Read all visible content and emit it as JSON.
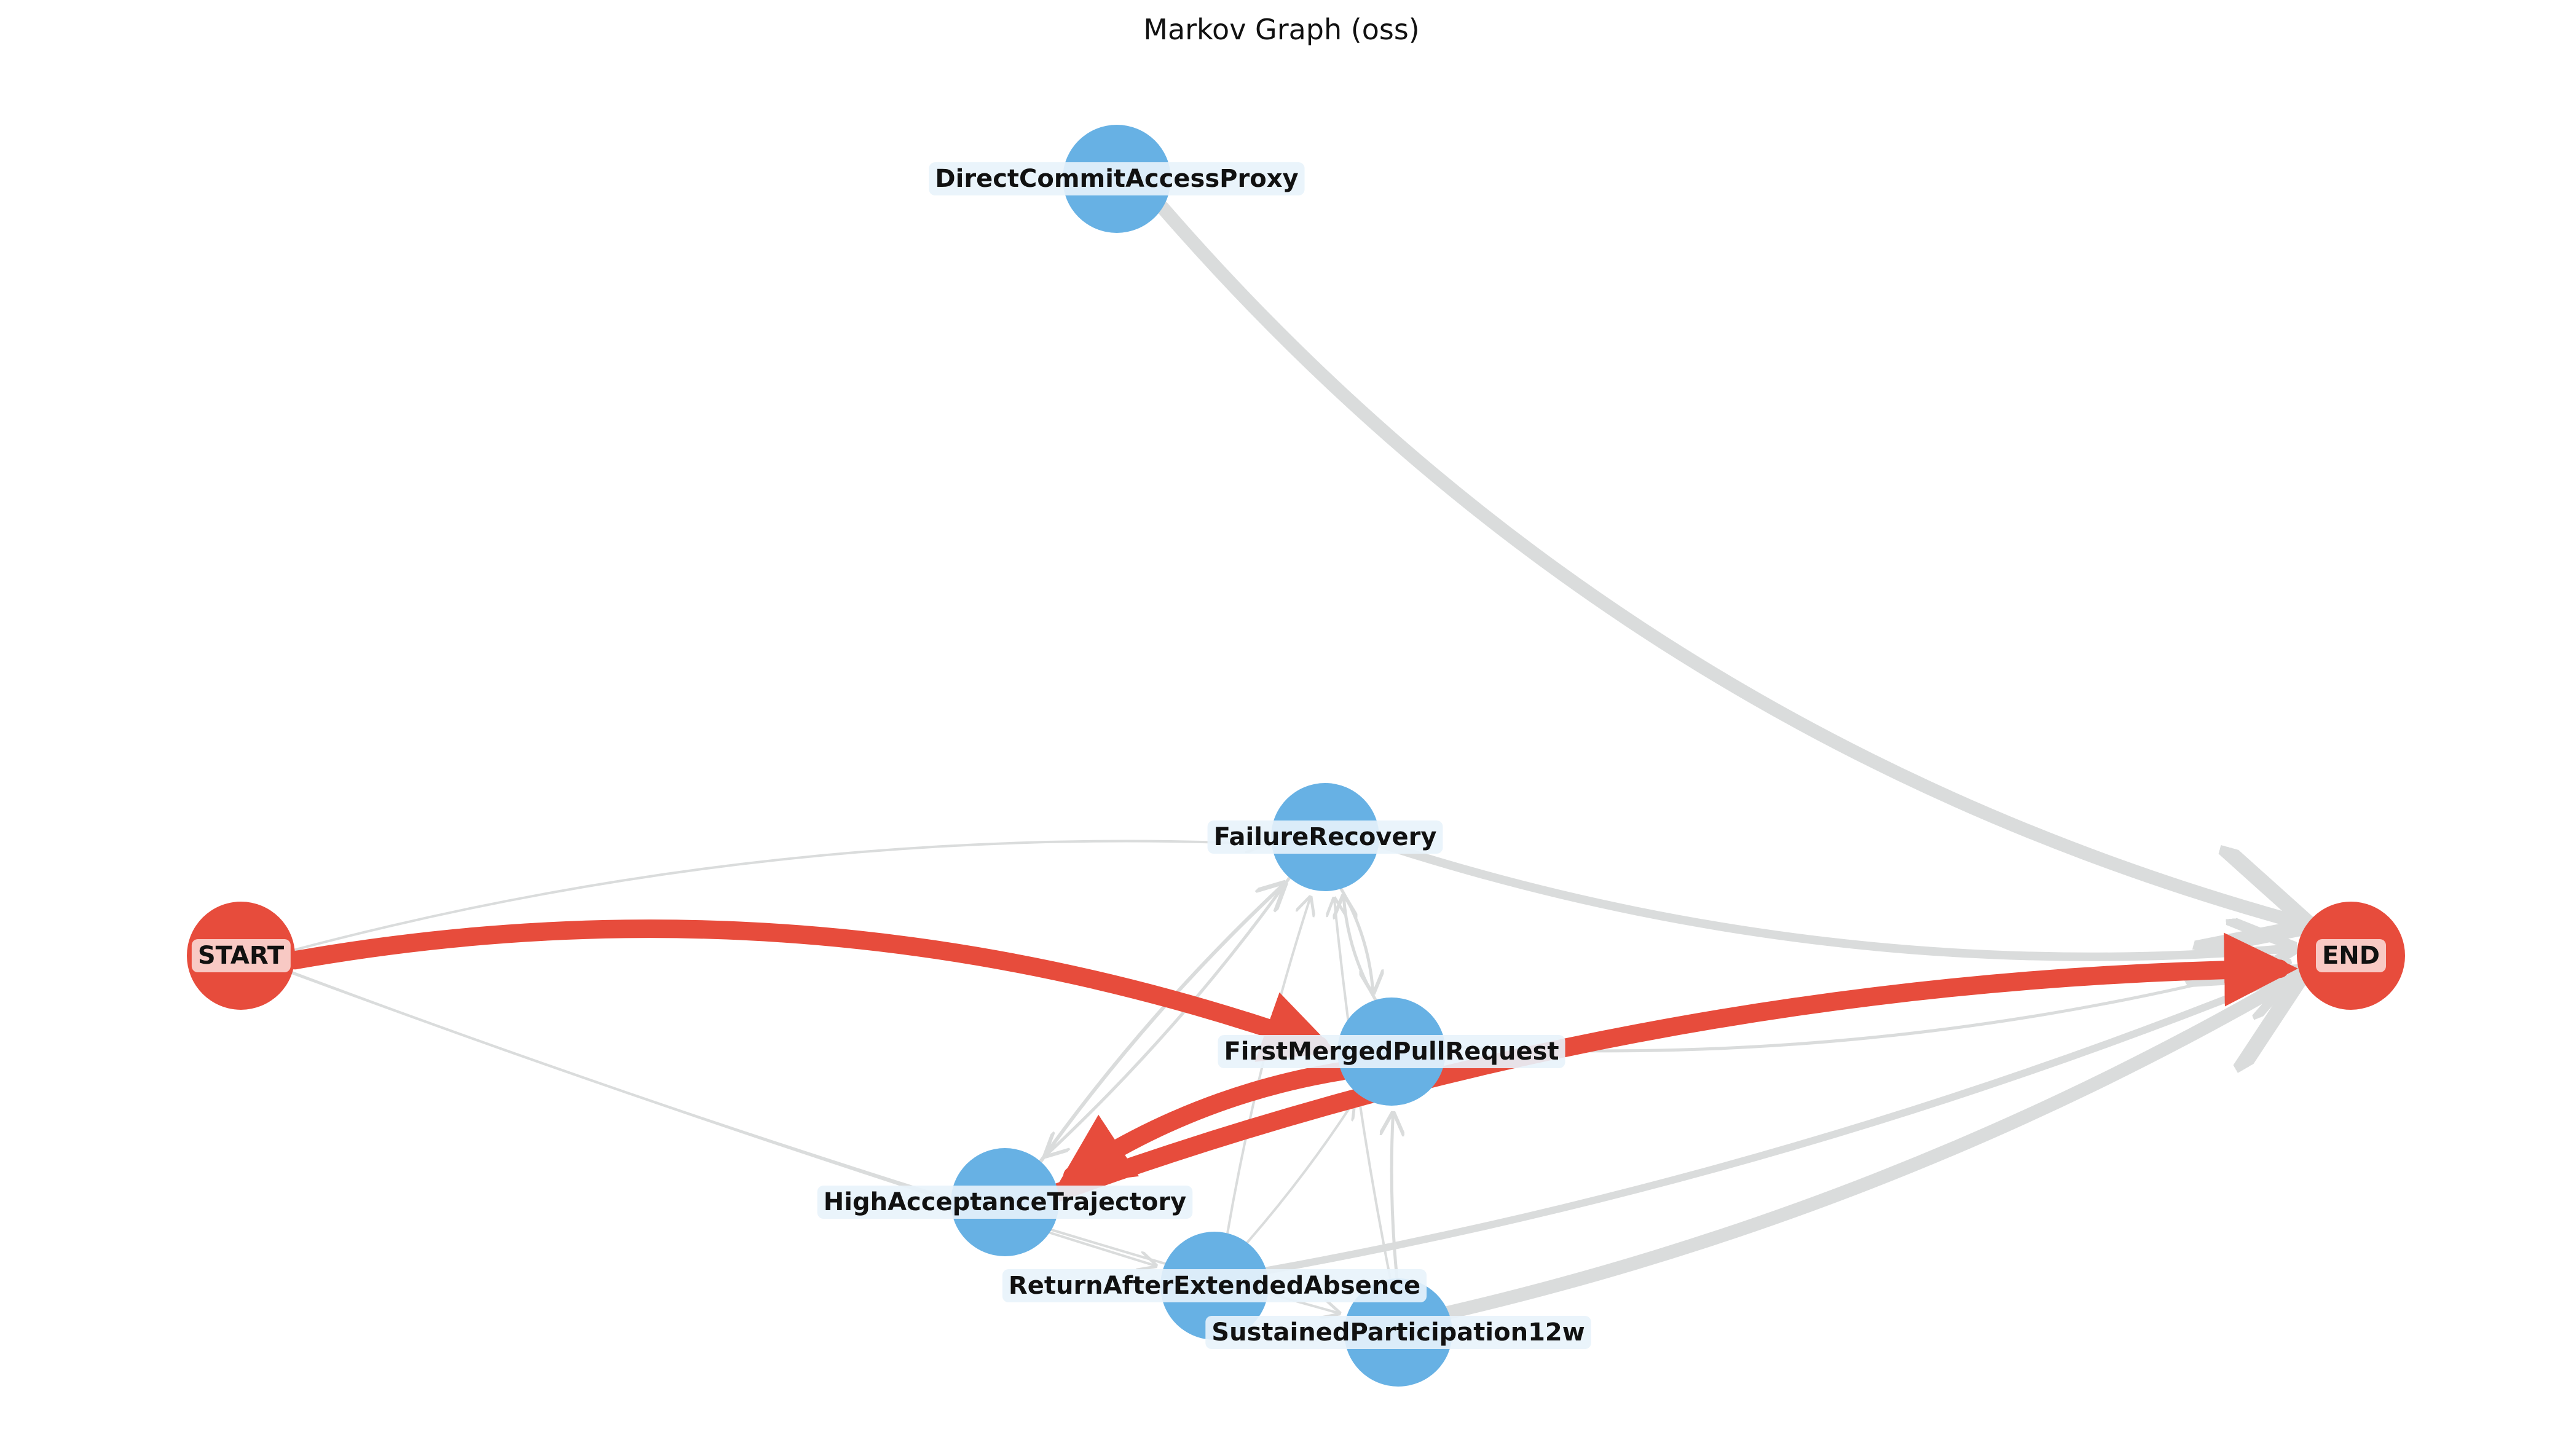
{
  "title": "Markov Graph (oss)",
  "colors": {
    "terminal_node": "#E74C3C",
    "state_node": "#67B1E4",
    "highlight_edge": "#E74C3C",
    "faint_edge": "#DADCDC",
    "terminal_label_bg": "#FAD7D3",
    "state_label_bg": "#E8F3FB"
  },
  "nodes": [
    {
      "id": "START",
      "label": "START",
      "kind": "terminal"
    },
    {
      "id": "END",
      "label": "END",
      "kind": "terminal"
    },
    {
      "id": "DirectCommitAccessProxy",
      "label": "DirectCommitAccessProxy",
      "kind": "state"
    },
    {
      "id": "FailureRecovery",
      "label": "FailureRecovery",
      "kind": "state"
    },
    {
      "id": "FirstMergedPullRequest",
      "label": "FirstMergedPullRequest",
      "kind": "state"
    },
    {
      "id": "HighAcceptanceTrajectory",
      "label": "HighAcceptanceTrajectory",
      "kind": "state"
    },
    {
      "id": "ReturnAfterExtendedAbsence",
      "label": "ReturnAfterExtendedAbsence",
      "kind": "state"
    },
    {
      "id": "SustainedParticipation12w",
      "label": "SustainedParticipation12w",
      "kind": "state"
    }
  ],
  "edges": [
    {
      "from": "START",
      "to": "FirstMergedPullRequest",
      "highlight": true
    },
    {
      "from": "FirstMergedPullRequest",
      "to": "HighAcceptanceTrajectory",
      "highlight": true
    },
    {
      "from": "HighAcceptanceTrajectory",
      "to": "END",
      "highlight": true
    },
    {
      "from": "DirectCommitAccessProxy",
      "to": "END",
      "highlight": false
    },
    {
      "from": "FailureRecovery",
      "to": "END",
      "highlight": false
    },
    {
      "from": "START",
      "to": "FailureRecovery",
      "highlight": false
    },
    {
      "from": "START",
      "to": "ReturnAfterExtendedAbsence",
      "highlight": false
    },
    {
      "from": "START",
      "to": "SustainedParticipation12w",
      "highlight": false
    },
    {
      "from": "FirstMergedPullRequest",
      "to": "END",
      "highlight": false
    },
    {
      "from": "FirstMergedPullRequest",
      "to": "FailureRecovery",
      "highlight": false
    },
    {
      "from": "FailureRecovery",
      "to": "FirstMergedPullRequest",
      "highlight": false
    },
    {
      "from": "HighAcceptanceTrajectory",
      "to": "FailureRecovery",
      "highlight": false
    },
    {
      "from": "FailureRecovery",
      "to": "HighAcceptanceTrajectory",
      "highlight": false
    },
    {
      "from": "ReturnAfterExtendedAbsence",
      "to": "FailureRecovery",
      "highlight": false
    },
    {
      "from": "ReturnAfterExtendedAbsence",
      "to": "FirstMergedPullRequest",
      "highlight": false
    },
    {
      "from": "ReturnAfterExtendedAbsence",
      "to": "END",
      "highlight": false
    },
    {
      "from": "SustainedParticipation12w",
      "to": "FailureRecovery",
      "highlight": false
    },
    {
      "from": "SustainedParticipation12w",
      "to": "FirstMergedPullRequest",
      "highlight": false
    },
    {
      "from": "SustainedParticipation12w",
      "to": "END",
      "highlight": false
    }
  ]
}
